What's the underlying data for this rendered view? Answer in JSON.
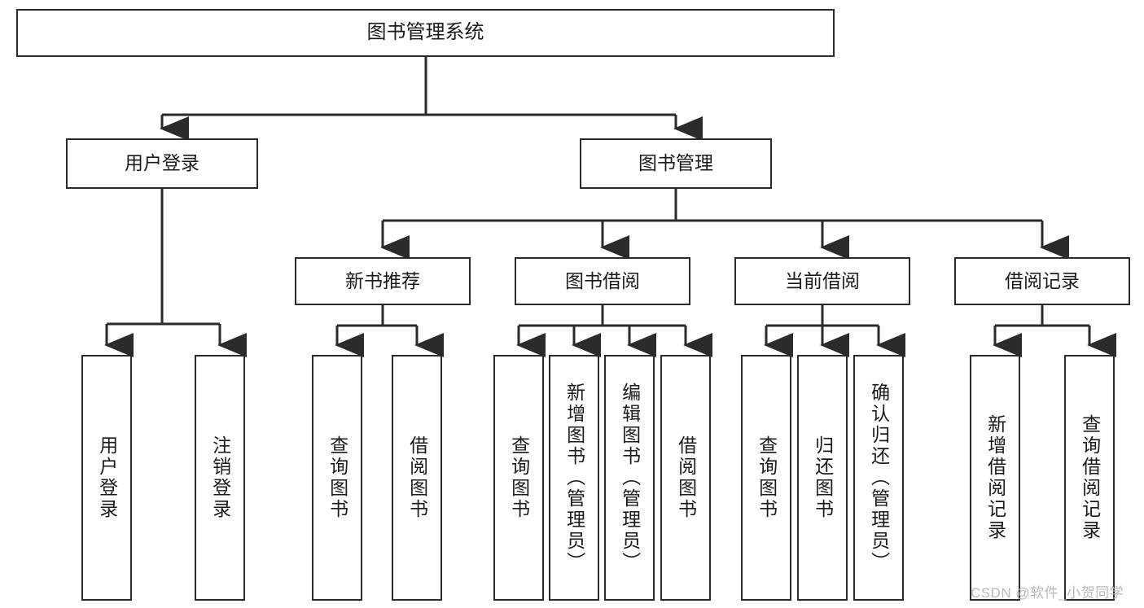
{
  "diagram": {
    "type": "tree-hierarchy-chart",
    "title": "图书管理系统",
    "line_color": "#2b2b2b",
    "box_fill": "#ffffff",
    "text_color": "#1b1b1b",
    "watermark": "CSDN @软件_小贺同学",
    "nodes": {
      "root": {
        "label": "图书管理系统"
      },
      "level2": [
        {
          "id": "user-login",
          "label": "用户登录"
        },
        {
          "id": "book-manage",
          "label": "图书管理"
        }
      ],
      "level3": [
        {
          "id": "new-book-recommend",
          "label": "新书推荐"
        },
        {
          "id": "book-borrow",
          "label": "图书借阅"
        },
        {
          "id": "current-borrow",
          "label": "当前借阅"
        },
        {
          "id": "borrow-record",
          "label": "借阅记录"
        }
      ],
      "leaves": {
        "user-login": [
          {
            "id": "leaf-user-login",
            "label": "用户登录"
          },
          {
            "id": "leaf-user-logout",
            "label": "注销登录"
          }
        ],
        "new-book-recommend": [
          {
            "id": "leaf-query-book-1",
            "label": "查询图书"
          },
          {
            "id": "leaf-borrow-book-1",
            "label": "借阅图书"
          }
        ],
        "book-borrow": [
          {
            "id": "leaf-query-book-2",
            "label": "查询图书"
          },
          {
            "id": "leaf-add-book",
            "label": "新增图书（管理员）"
          },
          {
            "id": "leaf-edit-book",
            "label": "编辑图书（管理员）"
          },
          {
            "id": "leaf-borrow-book-2",
            "label": "借阅图书"
          }
        ],
        "current-borrow": [
          {
            "id": "leaf-query-book-3",
            "label": "查询图书"
          },
          {
            "id": "leaf-return-book",
            "label": "归还图书"
          },
          {
            "id": "leaf-confirm-return",
            "label": "确认归还（管理员）"
          }
        ],
        "borrow-record": [
          {
            "id": "leaf-add-record",
            "label": "新增借阅记录"
          },
          {
            "id": "leaf-query-record",
            "label": "查询借阅记录"
          }
        ]
      }
    }
  }
}
